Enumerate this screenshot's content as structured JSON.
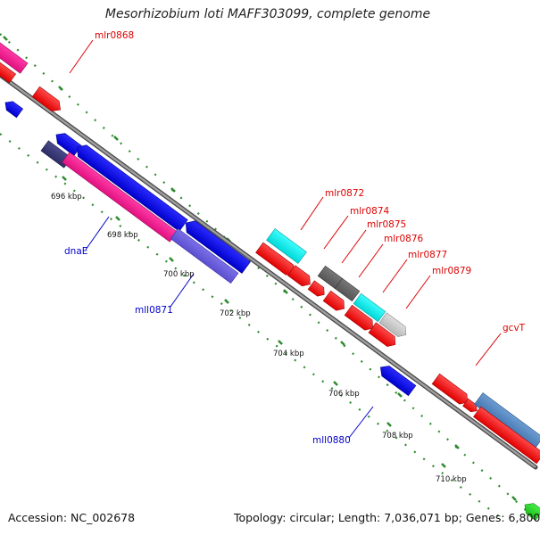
{
  "title": "Mesorhizobium loti MAFF303099, complete genome",
  "footer": {
    "accession": "Accession: NC_002678",
    "summary": "Topology: circular; Length: 7,036,071 bp; Genes: 6,800"
  },
  "colors": {
    "forward_gene": "#ff0000",
    "reverse_gene": "#0000ee",
    "tick": "#2e8b2e",
    "backbone": "#888888"
  },
  "kbp_labels": [
    "696 kbp",
    "698 kbp",
    "700 kbp",
    "702 kbp",
    "704 kbp",
    "706 kbp",
    "708 kbp",
    "710 kbp"
  ],
  "gene_labels": {
    "mlr0868": "mlr0868",
    "mlr0872": "mlr0872",
    "mlr0874": "mlr0874",
    "mlr0875": "mlr0875",
    "mlr0876": "mlr0876",
    "mlr0877": "mlr0877",
    "mlr0879": "mlr0879",
    "gcvT": "gcvT",
    "dnaE": "dnaE",
    "mll0871": "mll0871",
    "mll0880": "mll0880"
  }
}
